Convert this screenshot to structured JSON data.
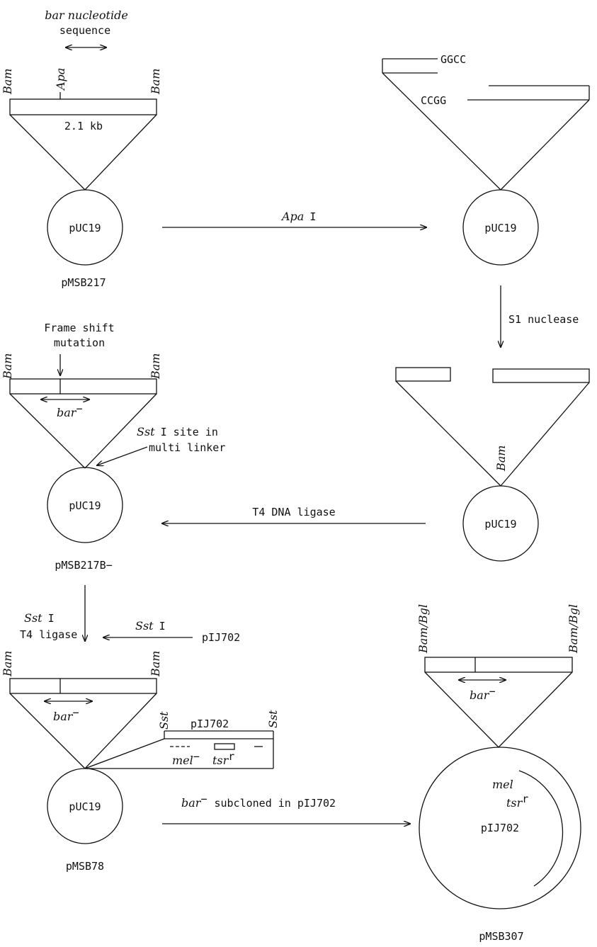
{
  "top_left": {
    "header_line1": "bar nucleotide",
    "header_line2": "sequence",
    "site_left": "Bam",
    "site_mid": "Apa",
    "site_right": "Bam",
    "insert_size": "2.1 kb",
    "vector": "pUC19",
    "plasmid": "pMSB217"
  },
  "top_right": {
    "overhang_top": "GGCC",
    "overhang_bottom": "CCGG",
    "vector": "pUC19"
  },
  "step_apa": {
    "enzyme": "Apa",
    "suffix": "I"
  },
  "step_s1": {
    "label": "S1 nuclease"
  },
  "mid_right": {
    "site": "Bam",
    "vector": "pUC19"
  },
  "step_t4": {
    "label": "T4 DNA ligase"
  },
  "mid_left": {
    "mutation_line1": "Frame shift",
    "mutation_line2": "mutation",
    "site_left": "Bam",
    "site_right": "Bam",
    "gene": "bar",
    "gene_sup": "−",
    "sst_line1_enzyme": "Sst",
    "sst_line1_rest": "I site in",
    "sst_line2": "multi linker",
    "vector": "pUC19",
    "plasmid": "pMSB217B−"
  },
  "step_sst": {
    "left_line1_enzyme": "Sst",
    "left_line1_suffix": "I",
    "left_line2": "T4 ligase",
    "arrow_enzyme": "Sst",
    "arrow_suffix": "I",
    "source": "pIJ702"
  },
  "bottom_left": {
    "site_left": "Bam",
    "site_right": "Bam",
    "gene": "bar",
    "gene_sup": "−",
    "pij_site_left": "Sst",
    "pij_site_right": "Sst",
    "pij_label": "pIJ702",
    "mel": "mel",
    "mel_sup": "−",
    "tsr": "tsr",
    "tsr_sup": "r",
    "vector": "pUC19",
    "plasmid": "pMSB78"
  },
  "step_subclone": {
    "gene": "bar",
    "gene_sup": "−",
    "text": "subcloned in pIJ702"
  },
  "bottom_right": {
    "site_left": "Bam/Bgl",
    "site_right": "Bam/Bgl",
    "gene": "bar",
    "gene_sup": "−",
    "mel": "mel",
    "tsr": "tsr",
    "tsr_sup": "r",
    "vector": "pIJ702",
    "plasmid": "pMSB307"
  }
}
